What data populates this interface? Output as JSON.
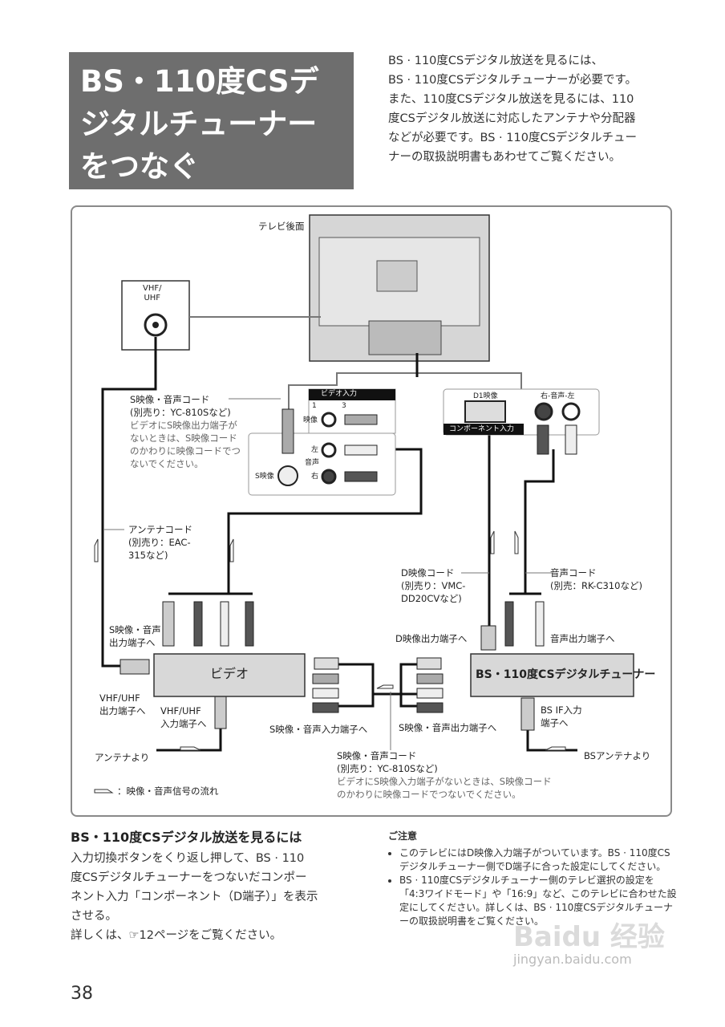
{
  "title": "BS・110度CSデジタルチューナーをつなぐ",
  "title_lines": [
    "BS・110度CSデ",
    "ジタルチューナー",
    "をつなぐ"
  ],
  "intro": [
    "BS · 110度CSデジタル放送を見るには、",
    "BS · 110度CSデジタルチューナーが必要です。",
    "また、110度CSデジタル放送を見るには、110",
    "度CSデジタル放送に対応したアンテナや分配器",
    "などが必要です。BS · 110度CSデジタルチュー",
    "ナーの取扱説明書もあわせてご覧ください。"
  ],
  "diagram": {
    "tv_rear": "テレビ後面",
    "wall_plate": "VHF/\nUHF",
    "video_input_panel": {
      "title": "ビデオ入力",
      "ch1": "1",
      "ch3": "3",
      "video": "映像",
      "left": "左",
      "audio": "音声",
      "right": "右",
      "s_video": "S映像"
    },
    "d_panel": {
      "d1": "D1映像",
      "audio": "右-音声-左",
      "component": "コンポーネント入力"
    },
    "s_cord_label": [
      "S映像・音声コード",
      "(別売り：YC-810Sなど)"
    ],
    "s_cord_note": [
      "ビデオにS映像出力端子が",
      "ないときは、S映像コード",
      "のかわりに映像コードでつ",
      "ないでください。"
    ],
    "antenna_cord": [
      "アンテナコード",
      "(別売り：EAC-",
      "315など)"
    ],
    "d_cord": [
      "D映像コード",
      "(別売り：VMC-",
      "DD20CVなど)"
    ],
    "audio_cord": [
      "音声コード",
      "(別売：RK-C310など)"
    ],
    "s_out_label": [
      "S映像・音声",
      "出力端子へ"
    ],
    "d_out_label": "D映像出力端子へ",
    "audio_out_label": "音声出力端子へ",
    "video_deck": "ビデオ",
    "tuner": "BS・110度CSデジタルチューナー",
    "vhf_out": [
      "VHF/UHF",
      "出力端子へ"
    ],
    "vhf_in": [
      "VHF/UHF",
      "入力端子へ"
    ],
    "s_in_to": "S映像・音声入力端子へ",
    "s_out_to": "S映像・音声出力端子へ",
    "bs_if": [
      "BS IF入力",
      "端子へ"
    ],
    "from_antenna": "アンテナより",
    "from_bs_antenna": "BSアンテナより",
    "bottom_cord": [
      "S映像・音声コード",
      "(別売り：YC-810Sなど)"
    ],
    "bottom_note": [
      "ビデオにS映像入力端子がないときは、S映像コード",
      "のかわりに映像コードでつないでください。"
    ],
    "legend": "：映像・音声信号の流れ"
  },
  "section": {
    "heading": "BS・110度CSデジタル放送を見るには",
    "body": [
      "入力切換ボタンをくり返し押して、BS · 110",
      "度CSデジタルチューナーをつないだコンポー",
      "ネント入力「コンポーネント（D端子）」を表示",
      "させる。",
      "詳しくは、☞12ページをご覧ください。"
    ]
  },
  "notes": {
    "heading": "ご注意",
    "items": [
      "このテレビにはD映像入力端子がついています。BS · 110度CSデジタルチューナー側でD端子に合った設定にしてください。",
      "BS · 110度CSデジタルチューナー側のテレビ選択の設定を「4:3ワイドモード」や「16:9」など、このテレビに合わせた設定にしてください。詳しくは、BS · 110度CSデジタルチューナーの取扱説明書をご覧ください。"
    ]
  },
  "page_number": "38",
  "watermark": [
    "Baidu 经验",
    "jingyan.baidu.com"
  ],
  "colors": {
    "title_bg": "#6e6e6e",
    "frame": "#8a8a8a",
    "device": "#d8d8d8"
  }
}
